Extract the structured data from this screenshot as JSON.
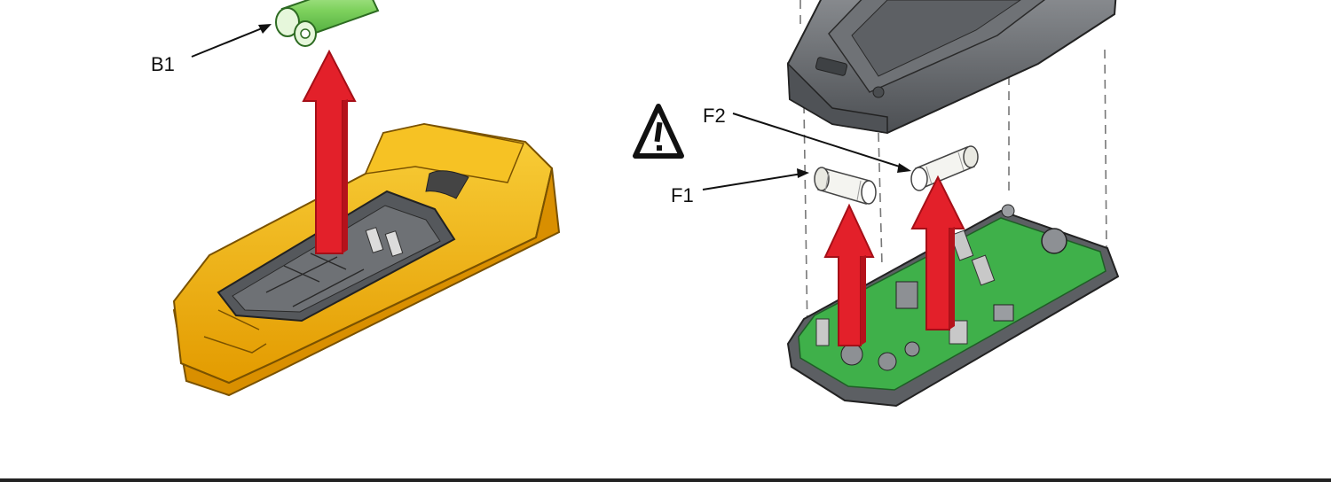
{
  "labels": {
    "battery": "B1",
    "fuse_1": "F1",
    "fuse_2": "F2"
  },
  "icons": {
    "warning": "warning-triangle-icon",
    "arrow": "removal-arrow-icon"
  },
  "colors": {
    "arrow_red": "#e3202a",
    "meter_yellow": "#f2b705",
    "battery_green": "#7fd25e",
    "board_green": "#3fb04a",
    "case_gray": "#6b6e72"
  }
}
